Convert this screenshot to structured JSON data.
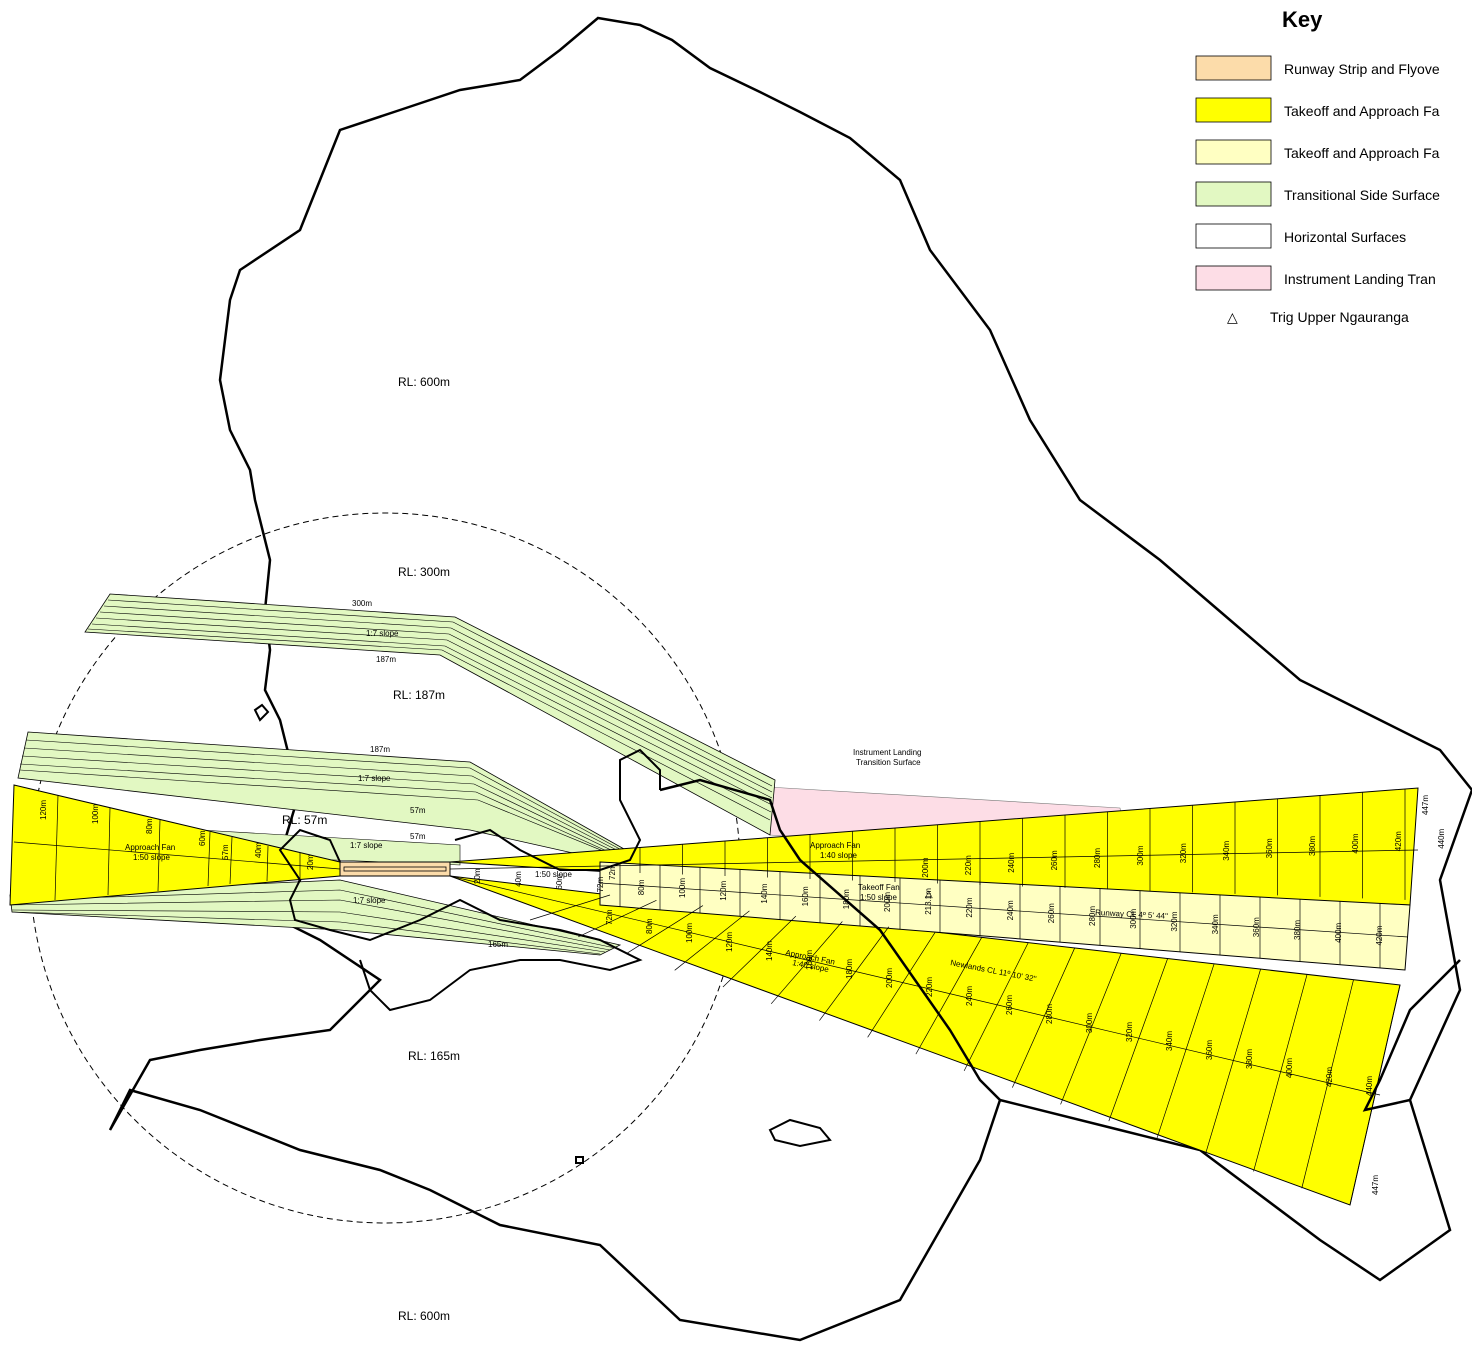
{
  "key": {
    "title": "Key",
    "items": [
      {
        "label": "Runway Strip and Flyove",
        "color": "#fcdcaa"
      },
      {
        "label": "Takeoff and Approach Fa",
        "color": "#ffff00"
      },
      {
        "label": "Takeoff and Approach Fa",
        "color": "#ffffc2"
      },
      {
        "label": "Transitional Side Surface",
        "color": "#e2f8c2"
      },
      {
        "label": "Horizontal Surfaces",
        "color": "#ffffff"
      },
      {
        "label": "Instrument Landing Tran",
        "color": "#fddde6"
      }
    ],
    "trig_label": "Trig Upper Ngauranga"
  },
  "zones": {
    "rl_600_top": "RL: 600m",
    "rl_300": "RL: 300m",
    "rl_187": "RL: 187m",
    "rl_57": "RL: 57m",
    "rl_165": "RL: 165m",
    "rl_600_bottom": "RL: 600m"
  },
  "labels": {
    "ils_line1": "Instrument Landing",
    "ils_line2": "Transition Surface",
    "slope_17": "1:7 slope",
    "h300": "300m",
    "h187": "187m",
    "h57": "57m",
    "h165": "165m",
    "west_approach": "Approach Fan",
    "west_slope": "1:50 slope",
    "east_approach": "Approach Fan",
    "east_slope": "1:40 slope",
    "takeoff": "Takeoff Fan",
    "takeoff_slope": "1:50 slope",
    "slope_150": "1:50 slope",
    "runway_cl": "Runway CL 4º 5' 44\"",
    "newlands_cl": "Newlands CL 11º 10' 32\"",
    "se_approach": "Approach Fan",
    "se_slope": "1:40 slope",
    "h447_top": "447m",
    "h447_bottom": "447m"
  },
  "contours": {
    "west": [
      "120m",
      "100m",
      "80m",
      "60m",
      "57m",
      "40m",
      "20m"
    ],
    "runway_fan": [
      "20m",
      "40m",
      "60m",
      "72m",
      "80m",
      "100m",
      "120m",
      "140m",
      "160m",
      "180m",
      "200m",
      "213.1m",
      "220m",
      "240m",
      "260m",
      "280m",
      "300m",
      "320m",
      "340m",
      "360m",
      "380m",
      "400m",
      "420m"
    ],
    "north_fan": [
      "72m",
      "200m",
      "220m",
      "240m",
      "260m",
      "280m",
      "300m",
      "320m",
      "340m",
      "360m",
      "380m",
      "400m",
      "420m",
      "440m"
    ],
    "newlands_fan": [
      "72m",
      "80m",
      "100m",
      "120m",
      "140m",
      "160m",
      "180m",
      "200m",
      "220m",
      "240m",
      "260m",
      "280m",
      "300m",
      "320m",
      "340m",
      "360m",
      "380m",
      "400m",
      "420m",
      "440m"
    ]
  }
}
